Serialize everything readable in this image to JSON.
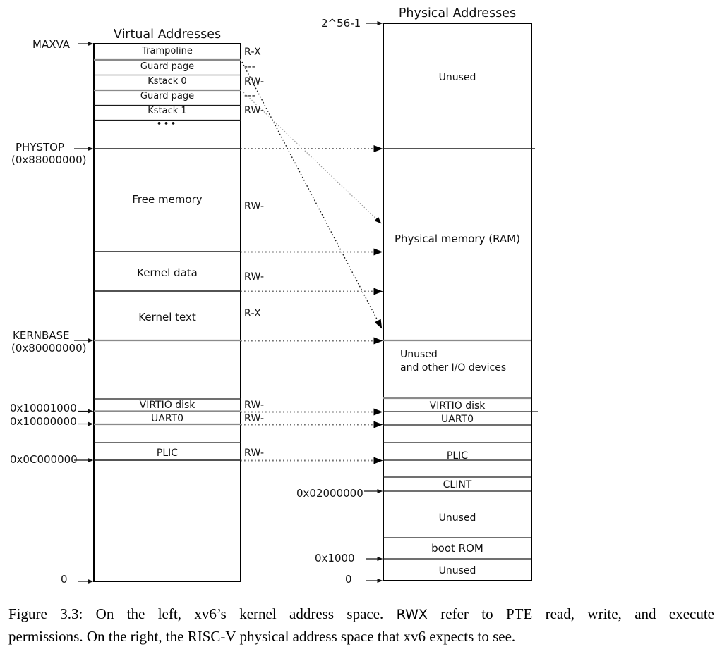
{
  "diagram": {
    "left_column_title": "Virtual Addresses",
    "right_column_title": "Physical Addresses",
    "vbox": {
      "trampoline": "Trampoline",
      "guard_page_1": "Guard page",
      "kstack_0": "Kstack 0",
      "guard_page_2": "Guard page",
      "kstack_1": "Kstack 1",
      "ellipsis": "•••",
      "free_memory": "Free memory",
      "kernel_data": "Kernel data",
      "kernel_text": "Kernel text",
      "virtio_disk": "VIRTIO disk",
      "uart0": "UART0",
      "plic": "PLIC"
    },
    "pbox": {
      "unused_top": "Unused",
      "physical_memory": "Physical memory (RAM)",
      "unused_io_line1": "Unused",
      "unused_io_line2": "and other I/O devices",
      "virtio_disk": "VIRTIO disk",
      "uart0": "UART0",
      "plic": "PLIC",
      "clint": "CLINT",
      "unused_mid": "Unused",
      "boot_rom": "boot ROM",
      "unused_bottom": "Unused"
    },
    "left_addresses": {
      "maxva": "MAXVA",
      "phystop": "PHYSTOP",
      "phystop_hex": "(0x88000000)",
      "kernbase": "KERNBASE",
      "kernbase_hex": "(0x80000000)",
      "virtio": "0x10001000",
      "uart": "0x10000000",
      "plic": "0x0C000000",
      "zero": "0"
    },
    "right_addresses": {
      "top": "2^56-1",
      "clint": "0x02000000",
      "boot_rom": "0x1000",
      "zero": "0"
    },
    "permissions": {
      "trampoline": "R-X",
      "guard_1": "---",
      "kstack_0": "RW-",
      "guard_2": "---",
      "kstack_1": "RW-",
      "free_memory": "RW-",
      "kernel_data": "RW-",
      "kernel_text": "R-X",
      "virtio": "RW-",
      "uart0": "RW-",
      "plic": "RW-"
    }
  },
  "caption": {
    "part1": "Figure 3.3: On the left, xv6’s kernel address space. ",
    "rwx": "RWX",
    "part2": " refer to PTE read, write, and execute",
    "line2": "permissions. On the right, the RISC-V physical address space that xv6 expects to see."
  },
  "colors": {
    "line": "#1a1a1a",
    "thick_line": "#8a8a8a",
    "dotted_line": "#6f6f6f",
    "background": "#ffffff"
  }
}
